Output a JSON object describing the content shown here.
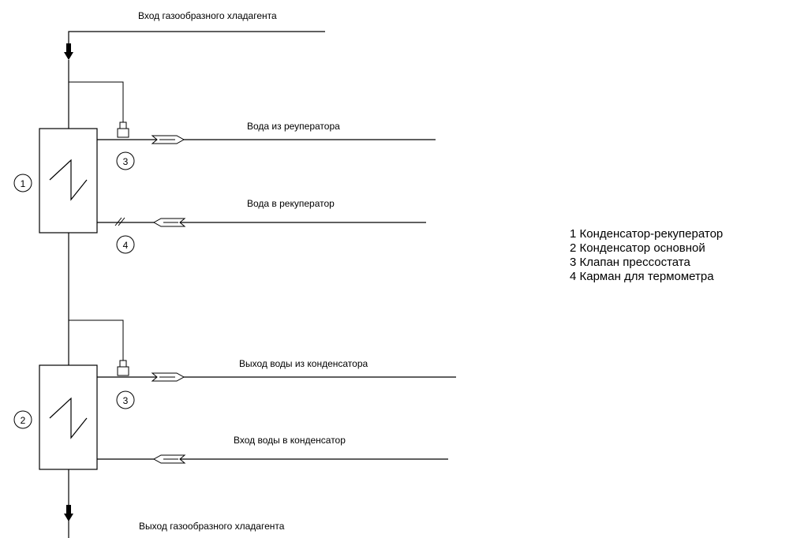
{
  "labels": {
    "gas_in": "Вход газообразного хладагента",
    "gas_out": "Выход газообразного хладагента",
    "water_from_recuperator": "Вода из реуператора",
    "water_to_recuperator": "Вода в рекуператор",
    "water_out_condenser": "Выход воды из конденсатора",
    "water_in_condenser": "Вход воды в конденсатор"
  },
  "markers": {
    "unit1": "1",
    "unit2": "2",
    "valve_top": "3",
    "pocket": "4",
    "valve_bottom": "3"
  },
  "legend": [
    "1 Конденсатор-рекуператор",
    "2 Конденсатор основной",
    "3 Клапан прессостата",
    "4 Карман для термометра"
  ]
}
